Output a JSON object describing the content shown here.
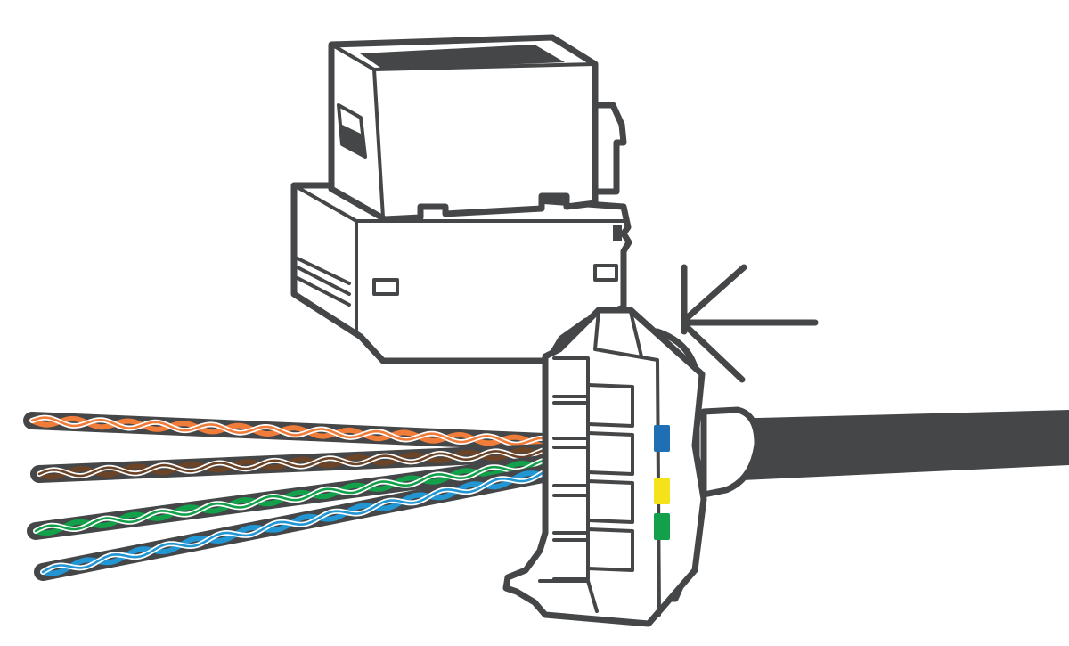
{
  "colors": {
    "outline": "#444648",
    "background": "#ffffff",
    "cable_jacket": "#444648"
  },
  "wire_pairs": [
    {
      "color_name": "orange",
      "color": "#f07c3a"
    },
    {
      "color_name": "brown",
      "color": "#6b4428"
    },
    {
      "color_name": "green",
      "color": "#12a04a"
    },
    {
      "color_name": "blue",
      "color": "#2196d3"
    }
  ],
  "cap_indicators": [
    {
      "color_name": "blue",
      "color": "#1f6fb5"
    },
    {
      "color_name": "yellow",
      "color": "#f4e21b"
    },
    {
      "color_name": "green",
      "color": "#12a04a"
    }
  ],
  "arrow": {
    "direction": "left"
  }
}
